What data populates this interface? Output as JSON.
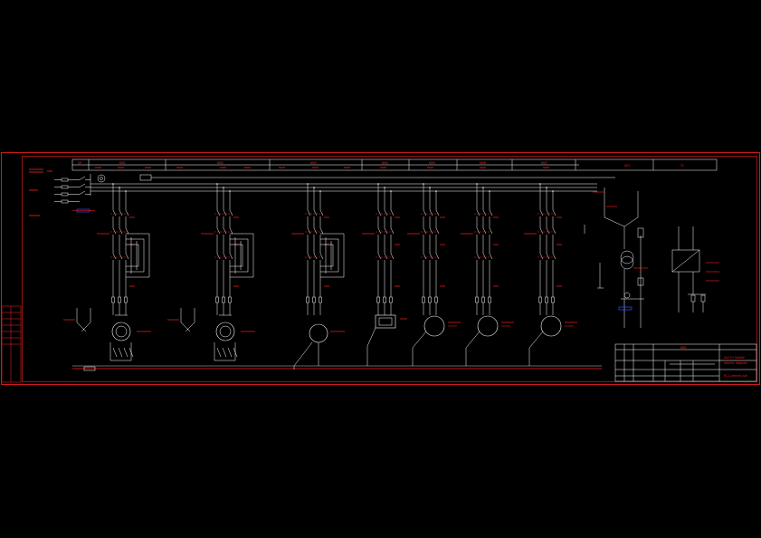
{
  "drawing": {
    "title_block": {
      "tag": "KM1",
      "line1": "2x7.5+3x4kW",
      "line2": "electric diagram",
      "line3": "EL-1-electric-sch"
    },
    "header_cells": [
      "QF",
      "KM1",
      "KM2",
      "KM3",
      "KM4",
      "KM5",
      "KM6",
      "KM7",
      "QF2",
      "TC"
    ],
    "colors": {
      "wire": "#ffffff",
      "component": "#ff2020",
      "frame": "#ff2020",
      "background": "#000000"
    }
  }
}
